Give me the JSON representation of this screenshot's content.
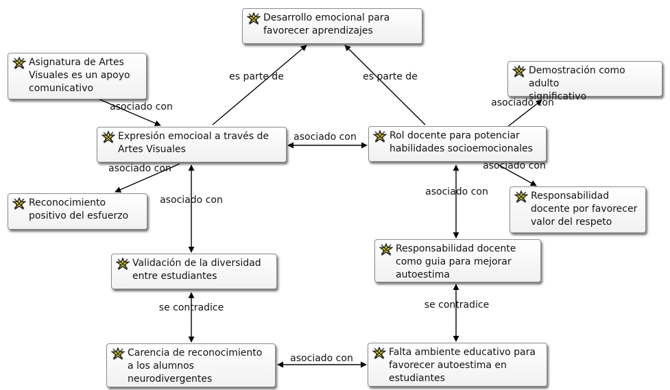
{
  "nodes": {
    "n1": "Desarrollo emocional para\nfavorecer aprendizajes",
    "n2": "Asignatura de Artes\nVisuales es un apoyo\ncomunicativo",
    "n3": "Demostración como adulto\nsignificativo",
    "n4": "Expresión emocioal a través de\nArtes Visuales",
    "n5": "Rol docente para potenciar\nhabilidades socioemocionales",
    "n6": "Reconocimiento\npositivo del esfuerzo",
    "n7": "Responsabilidad\ndocente por favorecer\nvalor del respeto",
    "n8": "Validación de la diversidad\nentre estudiantes",
    "n9": "Responsabilidad docente\ncomo guia para mejorar\nautoestima",
    "n10": "Carencia de reconocimiento\na los alumnos\nneurodivergentes",
    "n11": "Falta ambiente educativo para\nfavorecer autoestima en\nestudiantes"
  },
  "edges": {
    "e1": "es parte de",
    "e2": "es parte de",
    "e3": "asociado con",
    "e4": "asociado con",
    "e5": "asociado con",
    "e6": "asociado con",
    "e7": "asociado con",
    "e8": "asociado con",
    "e9": "asociado con",
    "e10": "se contradice",
    "e11": "se contradice",
    "e12": "asociado con"
  },
  "colors": {
    "icon_fill": "#f2e21c",
    "icon_stroke": "#2a2a2a",
    "line": "#000000"
  }
}
